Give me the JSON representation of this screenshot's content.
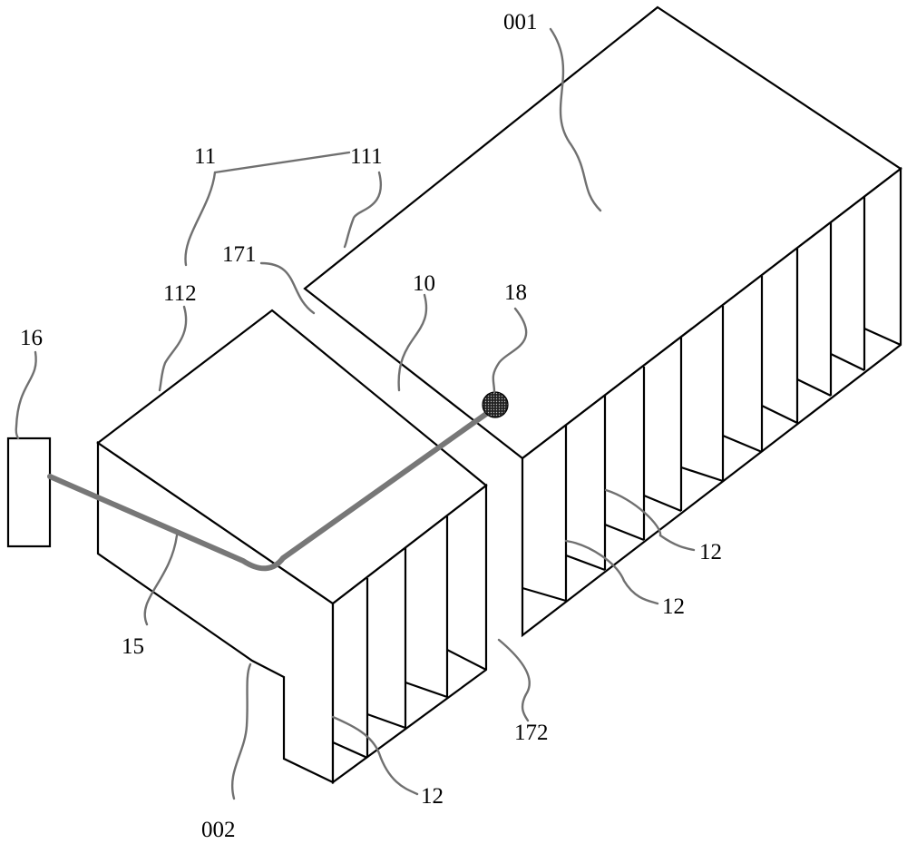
{
  "labels": {
    "n001": "001",
    "n002": "002",
    "n10": "10",
    "n11": "11",
    "n111": "111",
    "n112": "112",
    "n12a": "12",
    "n12b": "12",
    "n12c": "12",
    "n15": "15",
    "n16": "16",
    "n171": "171",
    "n172": "172",
    "n18": "18"
  },
  "colors": {
    "outline": "#000000",
    "leader": "#707070",
    "pipe": "#777777",
    "sensor": "#333333"
  }
}
